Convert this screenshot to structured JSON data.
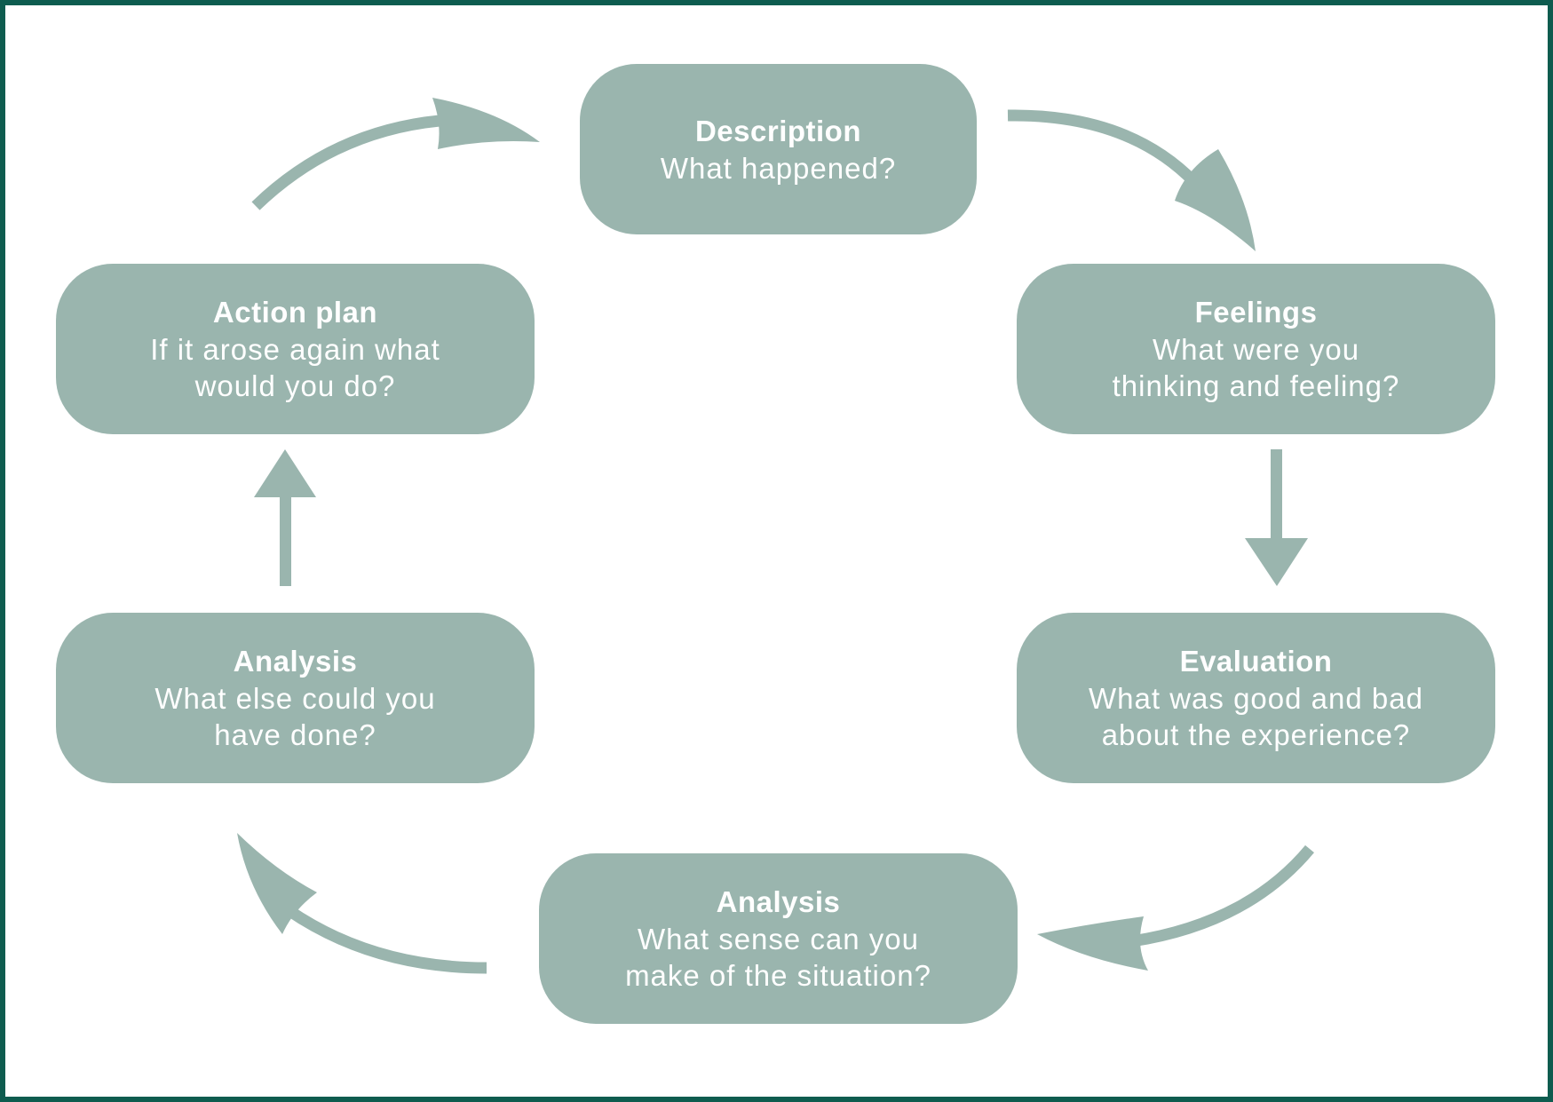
{
  "colors": {
    "frame": "#0e5c4f",
    "node": "#9ab5ae",
    "arrow": "#9ab5ae",
    "text": "#ffffff"
  },
  "stages": [
    {
      "id": "description",
      "title": "Description",
      "text": "What happened?"
    },
    {
      "id": "feelings",
      "title": "Feelings",
      "text": "What were you\nthinking and feeling?"
    },
    {
      "id": "evaluation",
      "title": "Evaluation",
      "text": "What was good and bad\nabout the experience?"
    },
    {
      "id": "analysis_sense",
      "title": "Analysis",
      "text": "What sense can you\nmake of the situation?"
    },
    {
      "id": "analysis_else",
      "title": "Analysis",
      "text": "What else could you\nhave done?"
    },
    {
      "id": "action_plan",
      "title": "Action plan",
      "text": "If it arose again what\nwould you do?"
    }
  ],
  "flow": [
    {
      "from": "description",
      "to": "feelings"
    },
    {
      "from": "feelings",
      "to": "evaluation"
    },
    {
      "from": "evaluation",
      "to": "analysis_sense"
    },
    {
      "from": "analysis_sense",
      "to": "analysis_else"
    },
    {
      "from": "analysis_else",
      "to": "action_plan"
    },
    {
      "from": "action_plan",
      "to": "description"
    }
  ]
}
